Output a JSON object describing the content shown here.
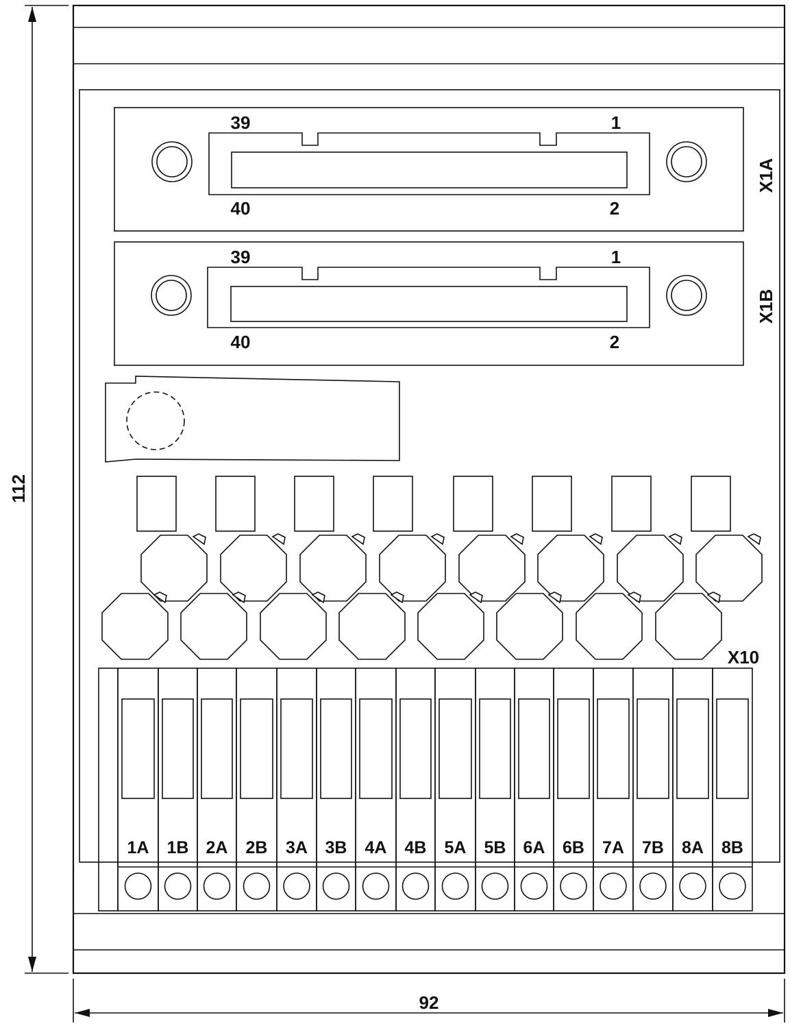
{
  "dimensions": {
    "height": "112",
    "width": "92"
  },
  "connectors": [
    {
      "label": "X1A",
      "pin_top_left": "39",
      "pin_top_right": "1",
      "pin_bottom_left": "40",
      "pin_bottom_right": "2"
    },
    {
      "label": "X1B",
      "pin_top_left": "39",
      "pin_top_right": "1",
      "pin_bottom_left": "40",
      "pin_bottom_right": "2"
    }
  ],
  "terminal_block": {
    "label": "X10",
    "terminals": [
      "1A",
      "1B",
      "2A",
      "2B",
      "3A",
      "3B",
      "4A",
      "4B",
      "5A",
      "5B",
      "6A",
      "6B",
      "7A",
      "7B",
      "8A",
      "8B"
    ]
  }
}
